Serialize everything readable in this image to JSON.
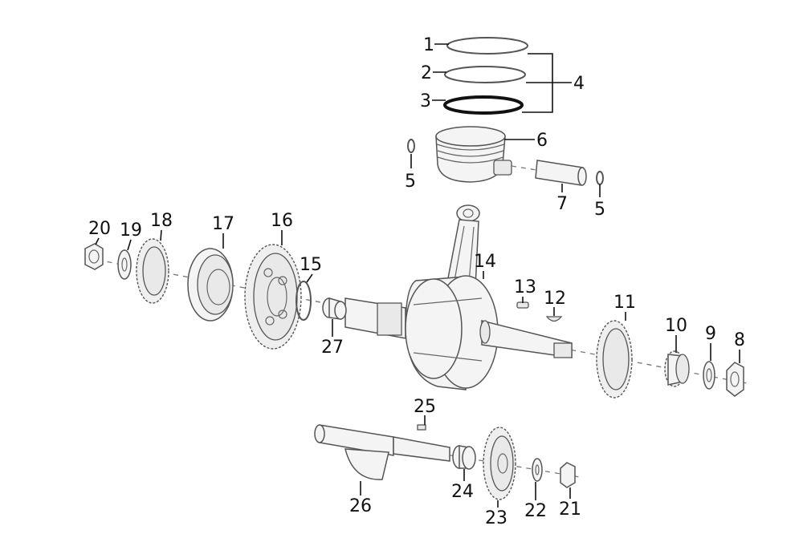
{
  "callouts": {
    "c1": "1",
    "c2": "2",
    "c3": "3",
    "c4": "4",
    "c5a": "5",
    "c5b": "5",
    "c6": "6",
    "c7": "7",
    "c8": "8",
    "c9": "9",
    "c10": "10",
    "c11": "11",
    "c12": "12",
    "c13": "13",
    "c14": "14",
    "c15": "15",
    "c16": "16",
    "c17": "17",
    "c18": "18",
    "c19": "19",
    "c20": "20",
    "c21": "21",
    "c22": "22",
    "c23": "23",
    "c24": "24",
    "c25": "25",
    "c26": "26",
    "c27": "27"
  }
}
